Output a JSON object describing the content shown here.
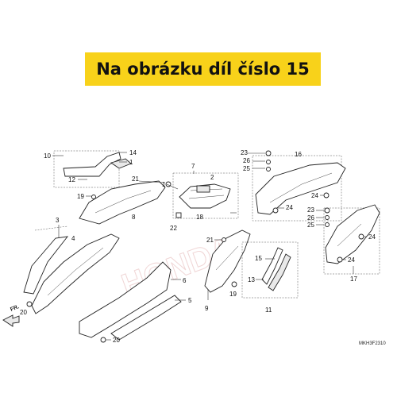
{
  "banner": {
    "text": "Na obrázku díl číslo 15"
  },
  "diagram": {
    "code": "MKH3F2310",
    "front_label": "FR.",
    "callouts": {
      "n1a": "1",
      "n1b": "1",
      "n2": "2",
      "n3": "3",
      "n4": "4",
      "n5": "5",
      "n6": "6",
      "n7": "7",
      "n8": "8",
      "n9": "9",
      "n10": "10",
      "n11": "11",
      "n12": "12",
      "n13": "13",
      "n14": "14",
      "n15": "15",
      "n16": "16",
      "n17": "17",
      "n18": "18",
      "n19a": "19",
      "n19b": "19",
      "n20a": "20",
      "n20b": "20",
      "n21a": "21",
      "n21b": "21",
      "n22": "22",
      "n23a": "23",
      "n23b": "23",
      "n24a": "24",
      "n24b": "24",
      "n24c": "24",
      "n24d": "24",
      "n25a": "25",
      "n25b": "25",
      "n26a": "26",
      "n26b": "26"
    }
  }
}
